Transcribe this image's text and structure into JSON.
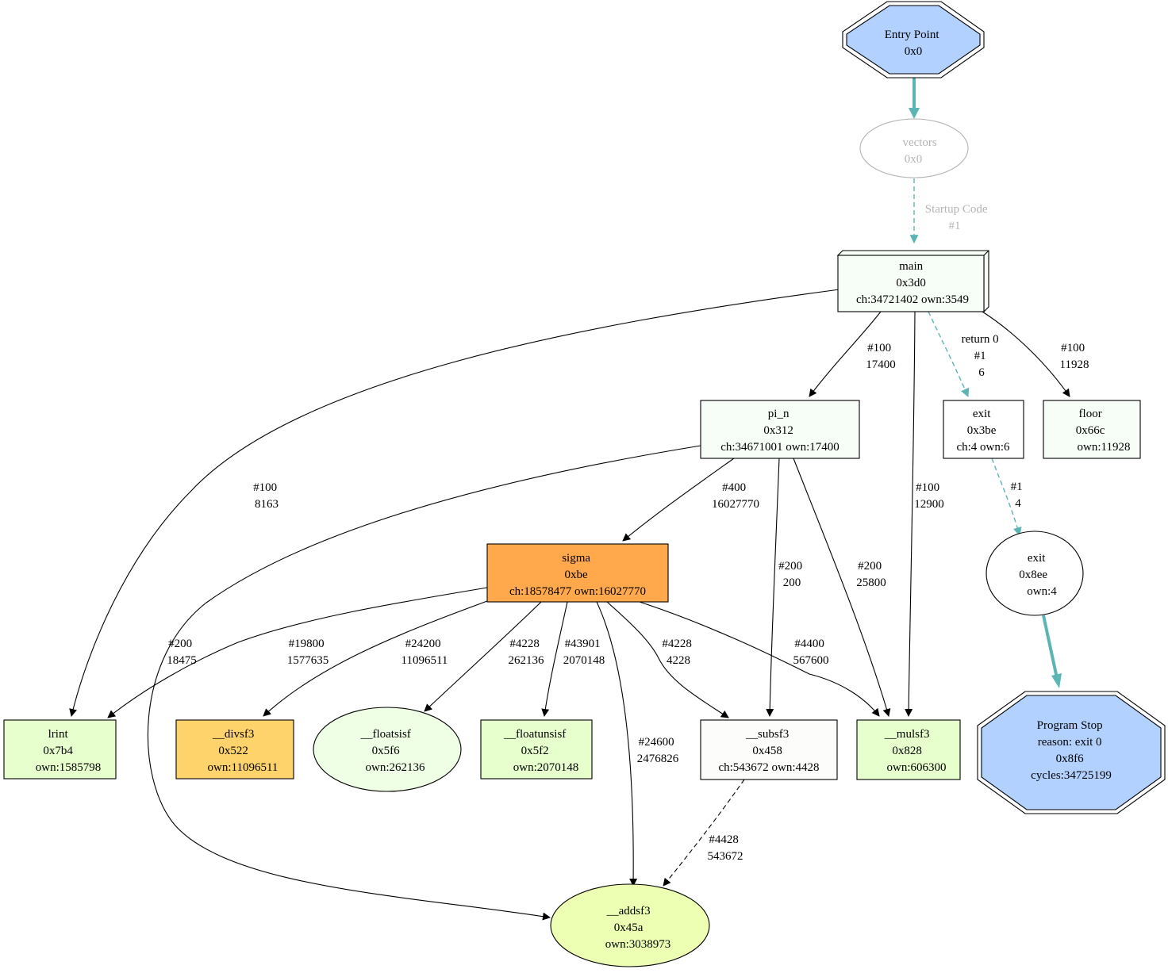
{
  "colors": {
    "terminal": "#b3d1ff",
    "hot": "#ffa84c",
    "warm": "#ffd36b",
    "light_green": "#e6ffcc",
    "pale_green": "#eeffe6",
    "very_pale": "#f7fdf7",
    "yellow_green": "#ecffb3",
    "teal": "#5cb5b5",
    "grey": "#b4b4b4"
  },
  "nodes": {
    "entry": [
      "Entry Point",
      "0x0"
    ],
    "vectors": [
      "vectors",
      "0x0"
    ],
    "main": [
      "main",
      "0x3d0",
      "ch:34721402 own:3549"
    ],
    "pi_n": [
      "pi_n",
      "0x312",
      "ch:34671001 own:17400"
    ],
    "exit1": [
      "exit",
      "0x3be",
      "ch:4 own:6"
    ],
    "floor": [
      "floor",
      "0x66c",
      "own:11928"
    ],
    "sigma": [
      "sigma",
      "0xbe",
      "ch:18578477 own:16027770"
    ],
    "exit2": [
      "exit",
      "0x8ee",
      "own:4"
    ],
    "lrint": [
      "lrint",
      "0x7b4",
      "own:1585798"
    ],
    "divsf3": [
      "__divsf3",
      "0x522",
      "own:11096511"
    ],
    "floatsisf": [
      "__floatsisf",
      "0x5f6",
      "own:262136"
    ],
    "floatunsisf": [
      "__floatunsisf",
      "0x5f2",
      "own:2070148"
    ],
    "subsf3": [
      "__subsf3",
      "0x458",
      "ch:543672 own:4428"
    ],
    "mulsf3": [
      "__mulsf3",
      "0x828",
      "own:606300"
    ],
    "stop": [
      "Program Stop",
      "reason: exit 0",
      "0x8f6",
      "cycles:34725199"
    ],
    "addsf3": [
      "__addsf3",
      "0x45a",
      "own:3038973"
    ]
  },
  "edges": {
    "vectors_main": [
      "Startup Code",
      "#1"
    ],
    "main_lrint": [
      "#100",
      "8163"
    ],
    "main_pin": [
      "#100",
      "17400"
    ],
    "main_mulsf3": [
      "#100",
      "12900"
    ],
    "main_exit": [
      "return 0",
      "#1",
      "6"
    ],
    "main_floor": [
      "#100",
      "11928"
    ],
    "pin_sigma": [
      "#400",
      "16027770"
    ],
    "pin_subsf3": [
      "#200",
      "200"
    ],
    "pin_mulsf3": [
      "#200",
      "25800"
    ],
    "pin_addsf3": [
      "#200",
      "18475"
    ],
    "exit_exit": [
      "#1",
      "4"
    ],
    "sigma_lrint": [
      "#19800",
      "1577635"
    ],
    "sigma_divsf3": [
      "#24200",
      "11096511"
    ],
    "sigma_floatsisf": [
      "#4228",
      "262136"
    ],
    "sigma_floatunsisf": [
      "#43901",
      "2070148"
    ],
    "sigma_subsf3": [
      "#4228",
      "4228"
    ],
    "sigma_mulsf3": [
      "#4400",
      "567600"
    ],
    "sigma_addsf3": [
      "#24600",
      "2476826"
    ],
    "subsf3_addsf3": [
      "#4428",
      "543672"
    ]
  }
}
